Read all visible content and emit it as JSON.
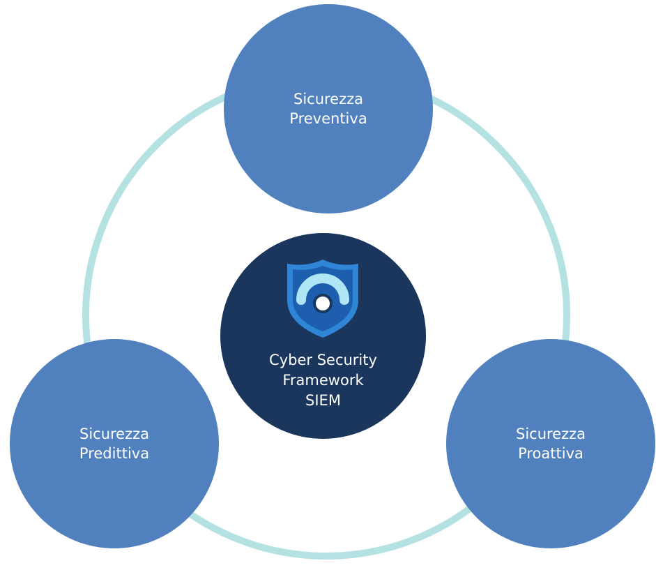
{
  "diagram": {
    "nodes": [
      {
        "id": "top",
        "lines": [
          "Sicurezza",
          "Preventiva"
        ]
      },
      {
        "id": "left",
        "lines": [
          "Sicurezza",
          "Predittiva"
        ]
      },
      {
        "id": "right",
        "lines": [
          "Sicurezza",
          "Proattiva"
        ]
      }
    ],
    "center": {
      "icon": "shield-icon",
      "lines": [
        "Cyber Security",
        "Framework",
        "SIEM"
      ]
    },
    "colors": {
      "ring": "#b4e2e2",
      "node": "#5080bd",
      "center": "#1a365c",
      "text": "#ffffff",
      "shield_outer": "#2f86d6",
      "shield_inner": "#1d5fae",
      "shield_arc": "#aee6f5"
    }
  }
}
